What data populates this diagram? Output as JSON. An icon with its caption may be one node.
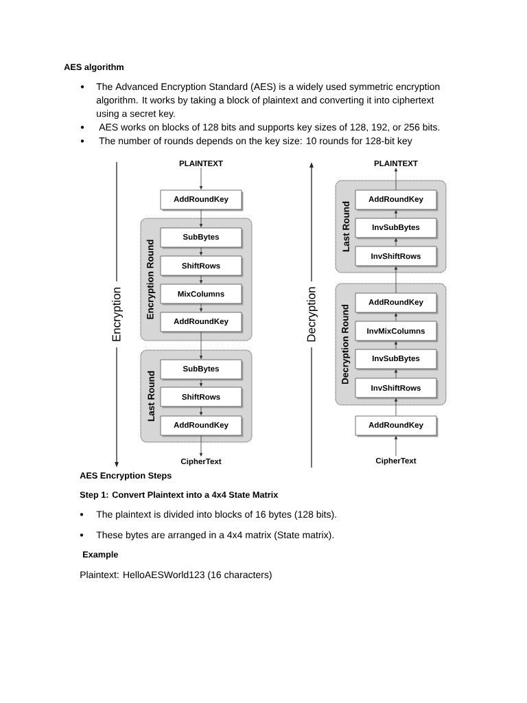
{
  "diagram": {
    "title": "AES algorithm",
    "nodes": [
      {
        "text": [
          "PLAINTEXT"
        ]
      },
      {
        "text": [
          "AddRoundKey"
        ]
      },
      {
        "text": [
          "Encryption Round"
        ]
      },
      {
        "text": [
          "SubBytes"
        ],
        "in": 2
      },
      {
        "text": [
          "ShiftRows"
        ],
        "in": 2
      },
      {
        "text": [
          "MixColumns"
        ],
        "in": 2
      },
      {
        "text": [
          "AddRoundKey"
        ],
        "in": 2
      },
      {
        "text": [
          "Last Round"
        ]
      },
      {
        "text": [
          "SubBytes"
        ],
        "in": 7
      },
      {
        "text": [
          "ShiftRows"
        ],
        "in": 7
      },
      {
        "text": [
          "AddRoundKey"
        ],
        "in": 7
      },
      {
        "text": [
          "CipherText"
        ]
      },
      {
        "text": [
          "PLAINTEXT"
        ]
      },
      {
        "text": [
          "Last Round"
        ]
      },
      {
        "text": [
          "AddRoundKey"
        ],
        "in": 13
      },
      {
        "text": [
          "InvSubBytes"
        ],
        "in": 13
      },
      {
        "text": [
          "InvShiftRows"
        ],
        "in": 13
      },
      {
        "text": [
          "Decryption Round"
        ]
      },
      {
        "text": [
          "AddRoundKey"
        ],
        "in": 17
      },
      {
        "text": [
          "InvMixColumns"
        ],
        "in": 17
      },
      {
        "text": [
          "InvSubBytes"
        ],
        "in": 17
      },
      {
        "text": [
          "InvShiftRows"
        ],
        "in": 17
      },
      {
        "text": [
          "AddRoundKey"
        ]
      },
      {
        "text": [
          "CipherText"
        ]
      }
    ],
    "edges": [
      {
        "from": 0,
        "to": 1,
        "arrow": "to"
      },
      {
        "from": 1,
        "to": 3,
        "arrow": "to"
      },
      {
        "from": 3,
        "to": 4,
        "arrow": "to"
      },
      {
        "from": 4,
        "to": 5,
        "arrow": "to"
      },
      {
        "from": 5,
        "to": 6,
        "arrow": "to"
      },
      {
        "from": 6,
        "to": 8,
        "arrow": "to"
      },
      {
        "from": 8,
        "to": 9,
        "arrow": "to"
      },
      {
        "from": 9,
        "to": 10,
        "arrow": "to"
      },
      {
        "from": 10,
        "to": 11,
        "arrow": "to"
      },
      {
        "from": 23,
        "to": 22,
        "arrow": "to"
      },
      {
        "from": 22,
        "to": 21,
        "arrow": "to"
      },
      {
        "from": 21,
        "to": 20,
        "arrow": "to"
      },
      {
        "from": 20,
        "to": 19,
        "arrow": "to"
      },
      {
        "from": 19,
        "to": 18,
        "arrow": "to"
      },
      {
        "from": 18,
        "to": 16,
        "arrow": "to"
      },
      {
        "from": 16,
        "to": 15,
        "arrow": "to"
      },
      {
        "from": 15,
        "to": 14,
        "arrow": "to"
      },
      {
        "from": 14,
        "to": 12,
        "arrow": "to"
      }
    ],
    "labels": [
      "The Advanced Encryption Standard (AES) is a widely used symmetric encryption algorithm. It works by taking a block of plaintext and converting it into ciphertext using a secret key.",
      "AES works on blocks of 128 bits and supports key sizes of 128, 192, or 256 bits.",
      "The number of rounds depends on the key size: 10 rounds for 128-bit key",
      "Encryption",
      "Decryption",
      "AES Encryption Steps",
      "Step 1: Convert Plaintext into a 4x4 State Matrix",
      "The plaintext is divided into blocks of 16 bytes (128 bits).",
      "These bytes are arranged in a 4x4 matrix (State matrix).",
      "Example",
      "Plaintext: HelloAESWorld123 (16 characters)"
    ]
  }
}
